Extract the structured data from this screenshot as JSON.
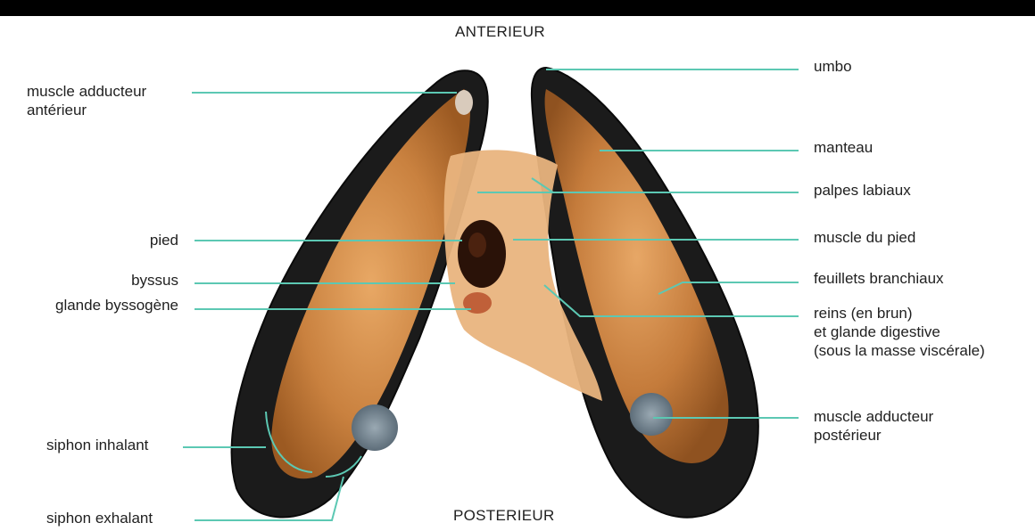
{
  "orientation": {
    "top": "ANTERIEUR",
    "bottom": "POSTERIEUR"
  },
  "labels": {
    "muscle_adducteur_anterieur": "muscle adducteur\nantérieur",
    "pied": "pied",
    "byssus": "byssus",
    "glande_byssogene": "glande byssogène",
    "siphon_inhalant": "siphon inhalant",
    "siphon_exhalant": "siphon exhalant",
    "umbo": "umbo",
    "manteau": "manteau",
    "palpes_labiaux": "palpes labiaux",
    "muscle_du_pied": "muscle du pied",
    "feuillets_branchiaux": "feuillets branchiaux",
    "reins": "reins (en brun)\net glande digestive\n(sous la masse viscérale)",
    "muscle_adducteur_posterieur": "muscle adducteur\npostérieur"
  },
  "colors": {
    "leader_line": "#5cc8b3",
    "shell_dark": "#1a1a1a",
    "flesh": "#d9954f"
  }
}
